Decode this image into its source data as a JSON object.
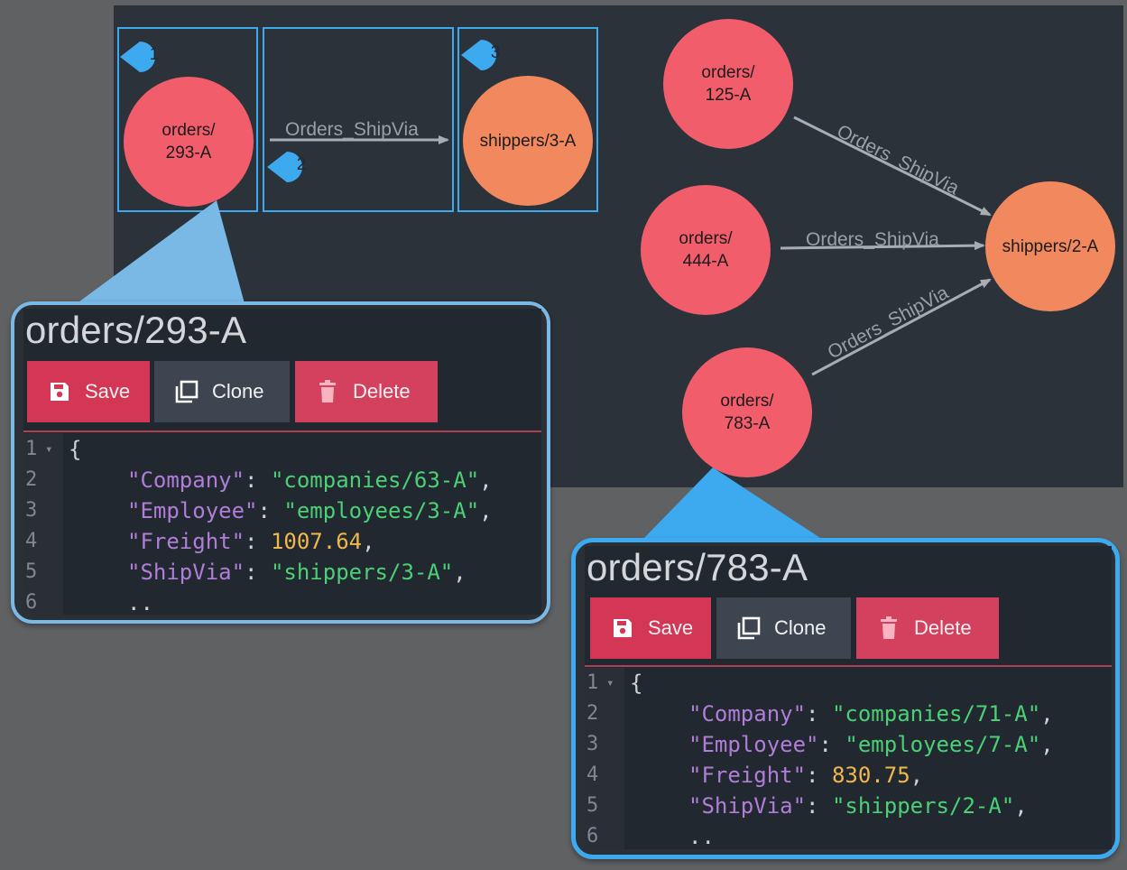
{
  "graph": {
    "nodes": {
      "o293": "orders/\n293-A",
      "s3": "shippers/3-A",
      "o125": "orders/\n125-A",
      "o444": "orders/\n444-A",
      "o783": "orders/\n783-A",
      "s2": "shippers/2-A"
    },
    "edge_label": "Orders_ShipVia",
    "markers": [
      "1",
      "2",
      "3"
    ]
  },
  "callout_left": {
    "title": "orders/293-A",
    "buttons": {
      "save": "Save",
      "clone": "Clone",
      "delete": "Delete"
    },
    "line_numbers": [
      "1",
      "2",
      "3",
      "4",
      "5",
      "6"
    ],
    "code": {
      "open_brace": "{",
      "company_key": "\"Company\"",
      "company_value": "\"companies/63-A\"",
      "employee_key": "\"Employee\"",
      "employee_value": "\"employees/3-A\"",
      "freight_key": "\"Freight\"",
      "freight_value": "1007.64",
      "shipvia_key": "\"ShipVia\"",
      "shipvia_value": "\"shippers/3-A\"",
      "ellipsis": ".."
    }
  },
  "callout_right": {
    "title": "orders/783-A",
    "buttons": {
      "save": "Save",
      "clone": "Clone",
      "delete": "Delete"
    },
    "line_numbers": [
      "1",
      "2",
      "3",
      "4",
      "5",
      "6"
    ],
    "code": {
      "open_brace": "{",
      "company_key": "\"Company\"",
      "company_value": "\"companies/71-A\"",
      "employee_key": "\"Employee\"",
      "employee_value": "\"employees/7-A\"",
      "freight_key": "\"Freight\"",
      "freight_value": "830.75",
      "shipvia_key": "\"ShipVia\"",
      "shipvia_value": "\"shippers/2-A\"",
      "ellipsis": ".."
    }
  },
  "colors": {
    "order_node": "#f25d6c",
    "shipper_node": "#f2895e",
    "highlight_blue": "#3daaf0",
    "save_button": "#d43756",
    "delete_button": "#d4415f",
    "clone_button": "#3c4550",
    "json_key": "#b07dd8",
    "json_string": "#4bd076",
    "json_number": "#f0b84a"
  },
  "icons": [
    "save-icon",
    "clone-icon",
    "trash-icon",
    "fold-arrow-icon"
  ]
}
